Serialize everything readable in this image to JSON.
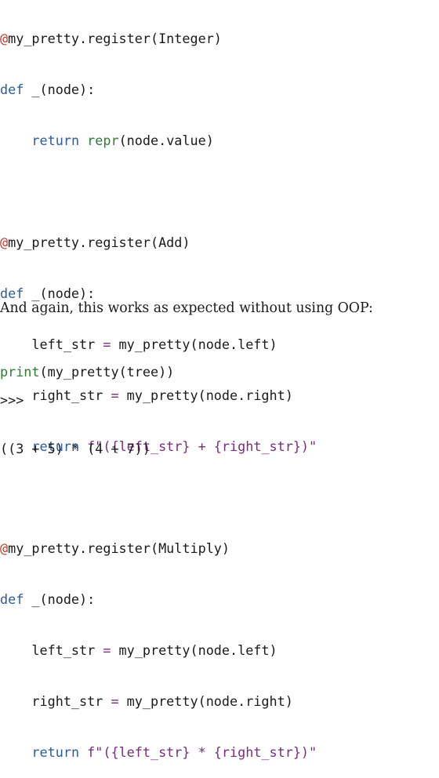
{
  "code_block_1": {
    "decorator_symbol": "@",
    "l1_decorator": "my_pretty.register(Integer)",
    "l2_def": "def",
    "l2_rest": " _(node):",
    "l3_indent": "    ",
    "l3_return": "return",
    "l3_sp": " ",
    "l3_repr": "repr",
    "l3_rest": "(node.value)",
    "l5_decorator": "my_pretty.register(Add)",
    "l6_def": "def",
    "l6_rest": " _(node):",
    "l7_pre": "    left_str ",
    "l7_eq": "=",
    "l7_post": " my_pretty(node.left)",
    "l8_pre": "    right_str ",
    "l8_eq": "=",
    "l8_post": " my_pretty(node.right)",
    "l9_indent": "    ",
    "l9_return": "return",
    "l9_str": " f\"({left_str} + {right_str})\"",
    "l11_decorator": "my_pretty.register(Multiply)",
    "l12_def": "def",
    "l12_rest": " _(node):",
    "l13_pre": "    left_str ",
    "l13_eq": "=",
    "l13_post": " my_pretty(node.left)",
    "l14_pre": "    right_str ",
    "l14_eq": "=",
    "l14_post": " my_pretty(node.right)",
    "l15_indent": "    ",
    "l15_return": "return",
    "l15_str": " f\"({left_str} * {right_str})\""
  },
  "prose": {
    "text": "And again, this works as expected without using OOP:"
  },
  "code_block_2": {
    "print": "print",
    "rest": "(my_pretty(tree))"
  },
  "output": {
    "prompt": ">>>",
    "result": "((3 + 5) * (4 + 7))"
  },
  "colors": {
    "keyword": "#2e5b9a",
    "builtin": "#2f7d32",
    "string": "#7a2d7a",
    "decorator": "#c0392b"
  }
}
